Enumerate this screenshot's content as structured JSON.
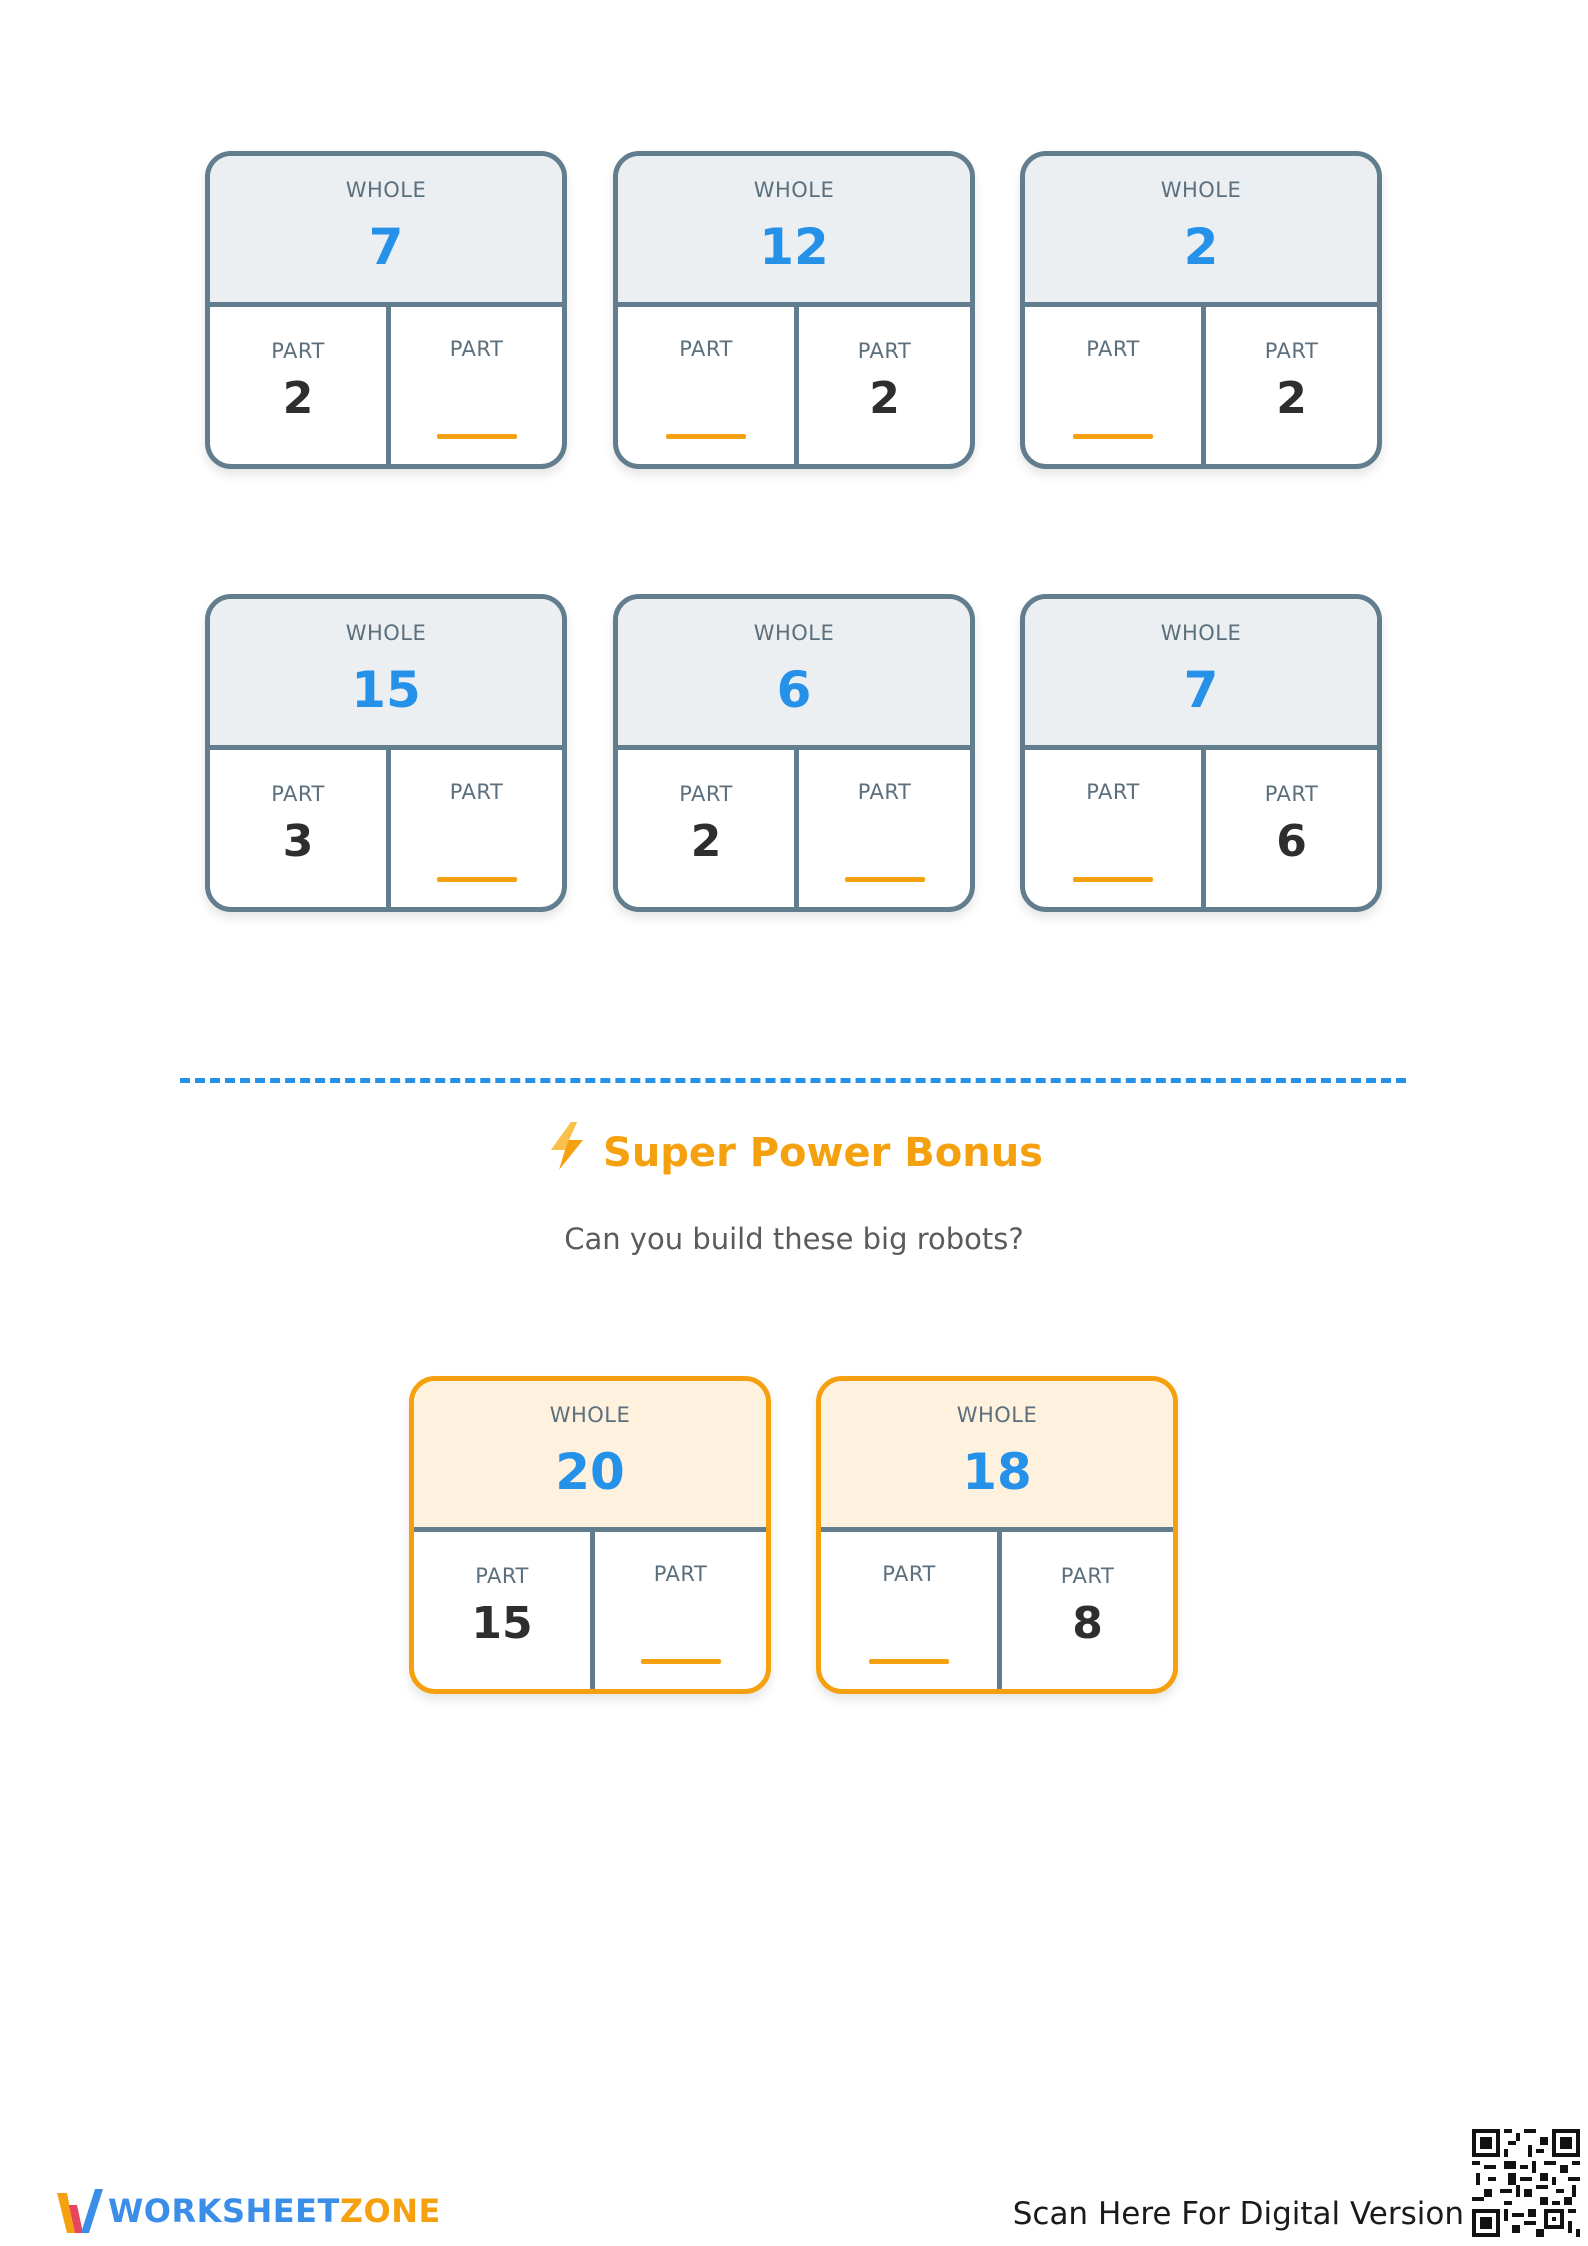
{
  "labels": {
    "whole": "WHOLE",
    "part": "PART"
  },
  "cards": [
    {
      "whole": "7",
      "part1": "2",
      "part2": ""
    },
    {
      "whole": "12",
      "part1": "",
      "part2": "2"
    },
    {
      "whole": "2",
      "part1": "",
      "part2": "2"
    },
    {
      "whole": "15",
      "part1": "3",
      "part2": ""
    },
    {
      "whole": "6",
      "part1": "2",
      "part2": ""
    },
    {
      "whole": "7",
      "part1": "",
      "part2": "6"
    }
  ],
  "bonus": {
    "title": "Super Power Bonus",
    "subtitle": "Can you build these big robots?",
    "cards": [
      {
        "whole": "20",
        "part1": "15",
        "part2": ""
      },
      {
        "whole": "18",
        "part1": "",
        "part2": "8"
      }
    ]
  },
  "footer": {
    "brand_part1": "WORKSHEET",
    "brand_part2": "ZONE",
    "scan_text": "Scan Here For Digital Version"
  },
  "colors": {
    "whole_value": "#2691e8",
    "card_border": "#627d8e",
    "bonus_border": "#f5a00f",
    "blank_line": "#f5a00f",
    "divider": "#2691e8"
  }
}
